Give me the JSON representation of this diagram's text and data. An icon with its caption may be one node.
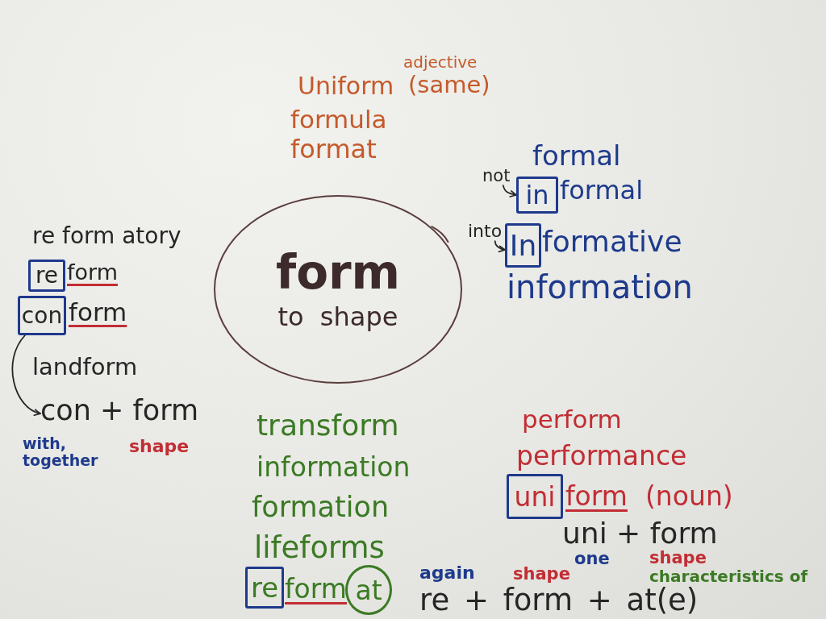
{
  "diagram": {
    "nodes": [
      {
        "text": [
          "form",
          "to shape"
        ]
      },
      {
        "text": [
          "not"
        ]
      },
      {
        "text": [
          "in"
        ]
      },
      {
        "text": [
          "into"
        ]
      },
      {
        "text": [
          "In"
        ]
      },
      {
        "text": [
          "re"
        ]
      },
      {
        "text": [
          "con"
        ]
      },
      {
        "text": [
          "con + form"
        ],
        "beside": [
          "with, together",
          "shape"
        ]
      },
      {
        "text": [
          "uni"
        ]
      },
      {
        "text": [
          "re"
        ]
      },
      {
        "text": [
          "at"
        ]
      }
    ],
    "edges": [
      {
        "from": 1,
        "to": 2,
        "arrow": "to"
      },
      {
        "from": 3,
        "to": 4,
        "arrow": "to"
      },
      {
        "from": 6,
        "to": 7,
        "arrow": "to"
      }
    ],
    "labels": [
      "adjective",
      "Uniform",
      "(same)",
      "formula",
      "format",
      "formal",
      "formal",
      "formative",
      "information",
      "re form atory",
      "form",
      "form",
      "landform",
      "transform",
      "information",
      "formation",
      "lifeforms",
      "form",
      "perform",
      "performance",
      "form",
      "(noun)",
      "uni + form",
      "one",
      "shape",
      "again",
      "shape",
      "characteristics of",
      "re + form + at(e)"
    ]
  }
}
